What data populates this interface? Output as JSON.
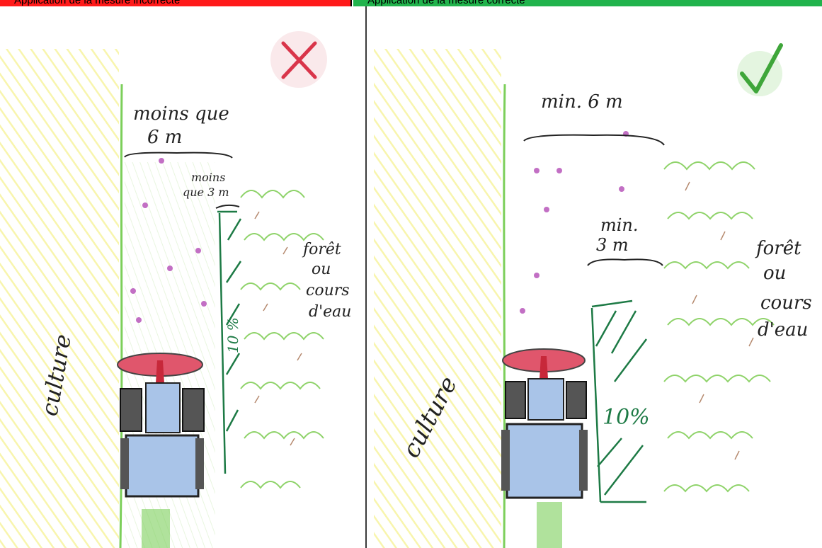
{
  "header": {
    "left_label": "Application de la mesure incorrecte",
    "right_label": "Application de la mesure correcte"
  },
  "colors": {
    "header_incorrect": "#ff1a1a",
    "header_correct": "#21b34c",
    "crop_yellow": "#f2ec6a",
    "strip_green": "#5cc24a",
    "buffer_green": "#1d7a45",
    "forest_green": "#8fd36a",
    "tractor_red": "#e0566c",
    "tractor_blue": "#a9c4e8",
    "cross_red": "#d9354a",
    "check_green": "#3fa63a"
  },
  "left_panel": {
    "status_icon": "cross-icon",
    "strip_label_line1": "moins que",
    "strip_label_line2": "6 m",
    "buffer_label_line1": "moins",
    "buffer_label_line2": "que 3 m",
    "percent_label": "10 %",
    "forest_line1": "forêt",
    "forest_line2": "ou",
    "forest_line3": "cours",
    "forest_line4": "d'eau",
    "crop_label": "culture"
  },
  "right_panel": {
    "status_icon": "check-icon",
    "strip_label": "min. 6 m",
    "buffer_label_line1": "min.",
    "buffer_label_line2": "3 m",
    "percent_label": "10%",
    "forest_line1": "forêt",
    "forest_line2": "ou",
    "forest_line3": "cours",
    "forest_line4": "d'eau",
    "crop_label": "culture"
  }
}
